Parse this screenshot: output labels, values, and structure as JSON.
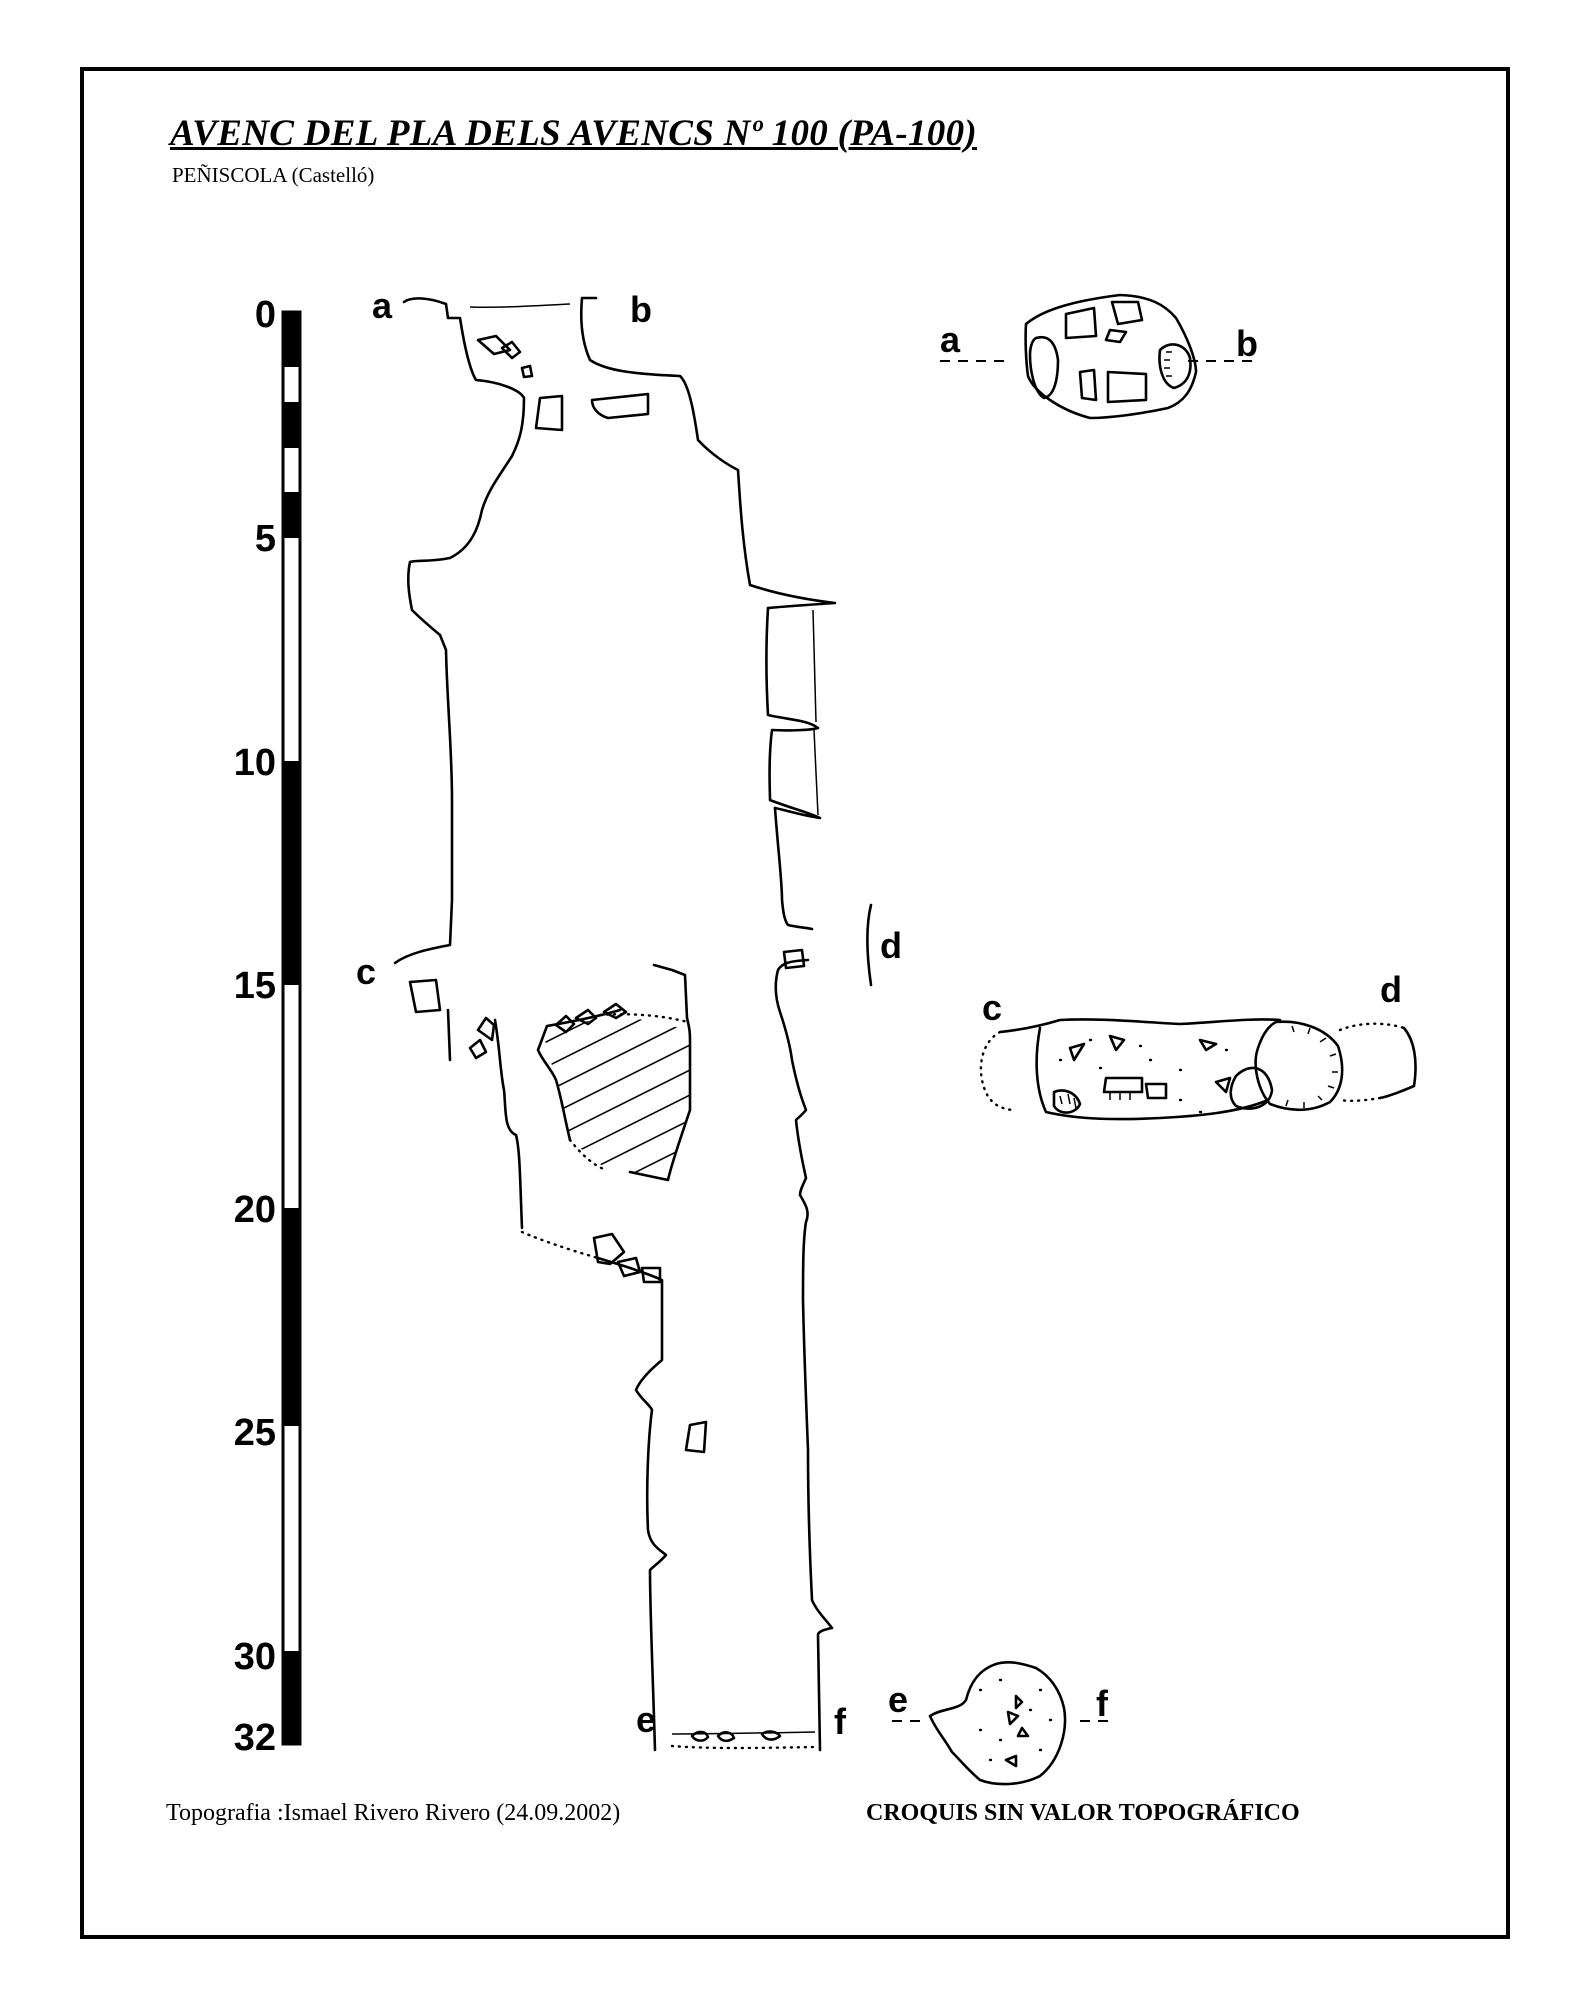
{
  "header": {
    "title": "AVENC DEL PLA DELS AVENCS Nº 100 (PA-100)",
    "location": "PEÑISCOLA  (Castelló)"
  },
  "scale": {
    "ticks": [
      "0",
      "5",
      "10",
      "15",
      "20",
      "25",
      "30",
      "32"
    ]
  },
  "section_labels": {
    "a": "a",
    "b": "b",
    "c": "c",
    "d": "d",
    "e": "e",
    "f": "f"
  },
  "footer": {
    "credit": "Topografia :Ismael Rivero Rivero (24.09.2002)",
    "note": "CROQUIS SIN VALOR TOPOGRÁFICO"
  }
}
